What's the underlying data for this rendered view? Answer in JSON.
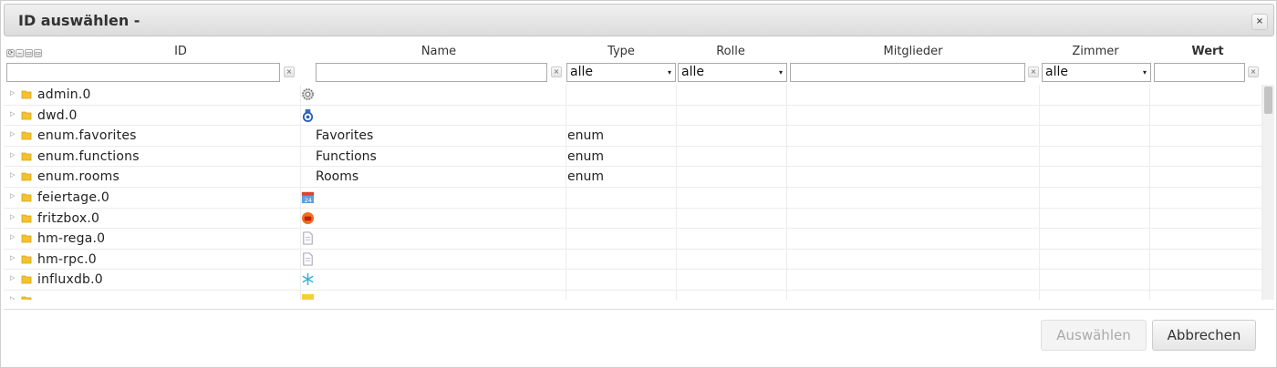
{
  "dialog": {
    "title": "ID auswählen -",
    "close_label": "×"
  },
  "toolbar": {
    "icons": [
      "refresh-icon",
      "collapse-icon",
      "folder-icon",
      "folder-open-icon"
    ],
    "glyphs": [
      "⟳",
      "‒",
      "▭",
      "▭"
    ]
  },
  "columns": {
    "id": "ID",
    "name": "Name",
    "type": "Type",
    "role": "Rolle",
    "members": "Mitglieder",
    "room": "Zimmer",
    "value": "Wert"
  },
  "filters": {
    "clear_label": "×",
    "type_selected": "alle",
    "role_selected": "alle",
    "room_selected": "alle",
    "dropdown_arrow": "▾"
  },
  "rows": [
    {
      "id": "admin.0",
      "name": "",
      "type": "",
      "icon": "gear-icon"
    },
    {
      "id": "dwd.0",
      "name": "",
      "type": "",
      "icon": "weather-station-icon"
    },
    {
      "id": "enum.favorites",
      "name": "Favorites",
      "type": "enum",
      "icon": ""
    },
    {
      "id": "enum.functions",
      "name": "Functions",
      "type": "enum",
      "icon": ""
    },
    {
      "id": "enum.rooms",
      "name": "Rooms",
      "type": "enum",
      "icon": ""
    },
    {
      "id": "feiertage.0",
      "name": "",
      "type": "",
      "icon": "calendar-icon"
    },
    {
      "id": "fritzbox.0",
      "name": "",
      "type": "",
      "icon": "phone-icon"
    },
    {
      "id": "hm-rega.0",
      "name": "",
      "type": "",
      "icon": "document-icon"
    },
    {
      "id": "hm-rpc.0",
      "name": "",
      "type": "",
      "icon": "document-icon"
    },
    {
      "id": "influxdb.0",
      "name": "",
      "type": "",
      "icon": "snowflake-icon"
    },
    {
      "id": "",
      "name": "",
      "type": "",
      "icon": "folder-partial-icon"
    }
  ],
  "buttons": {
    "select": "Auswählen",
    "cancel": "Abbrechen"
  },
  "colors": {
    "folder": "#f2c230",
    "title_bg": "#e3e3e3"
  }
}
